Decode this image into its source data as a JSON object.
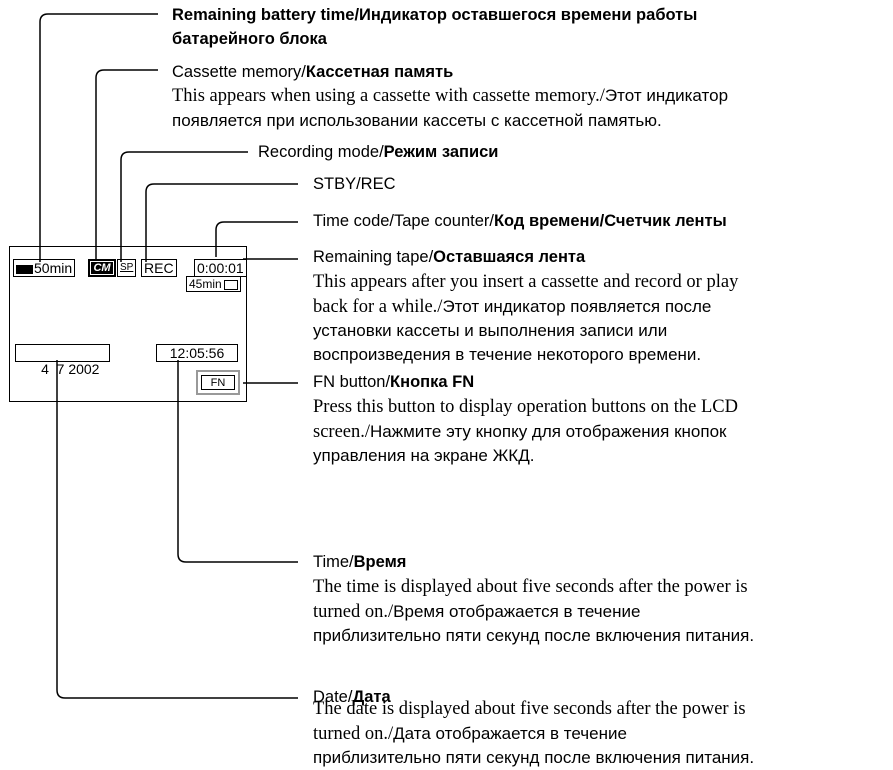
{
  "lcd_screen": {
    "battery": "50min",
    "cassette_memory_icon": "CM",
    "rec_mode": "SP",
    "rec_status": "REC",
    "time_code": "0:00:01",
    "remaining_tape": "45min",
    "date": "4  7 2002",
    "time": "12:05:56",
    "fn_button": "FN"
  },
  "callouts": [
    {
      "en": "Remaining battery time/",
      "ru": "Индикатор оставшегося времени работы",
      "ru2": "батарейного блока"
    },
    {
      "en": "Cassette memory/",
      "ru": "Кассетная память",
      "desc_en": "This appears when using a cassette with cassette memory./",
      "desc_ru": "Этот индикатор",
      "desc_ru2": "появляется при использовании кассеты с кассетной памятью."
    },
    {
      "en": "Recording mode/",
      "ru": "Режим записи"
    },
    {
      "en": "STBY/REC"
    },
    {
      "en": "Time code/Tape counter/",
      "ru": "Код времени/Счетчик ленты"
    },
    {
      "en": "Remaining tape/",
      "ru": "Оставшаяся лента",
      "desc_en1": "This appears after you insert a cassette and record or play",
      "desc_en2": "back for a while./",
      "desc_ru1": "Этот индикатор появляется после",
      "desc_ru2": "установки кассеты и выполнения записи или",
      "desc_ru3": "воспроизведения в течение некоторого времени."
    },
    {
      "en": "FN button/",
      "ru": "Кнопка FN",
      "desc_en1": "Press this button to display operation buttons on the LCD",
      "desc_en2": "screen./",
      "desc_ru1": "Нажмите эту кнопку для отображения кнопок",
      "desc_ru2": "управления на экране ЖКД."
    },
    {
      "en": "Time/",
      "ru": "Время",
      "desc_en1": "The time is displayed about five seconds after the power is",
      "desc_en2": "turned on./",
      "desc_ru1": "Время отображается в течение",
      "desc_ru2": "приблизительно пяти секунд после включения питания."
    },
    {
      "en": "Date/",
      "ru": "Дата",
      "desc_en1": "The date is displayed about five seconds after the power is",
      "desc_en2": "turned on./",
      "desc_ru1": "Дата отображается в течение",
      "desc_ru2": "приблизительно пяти секунд после включения питания."
    }
  ]
}
